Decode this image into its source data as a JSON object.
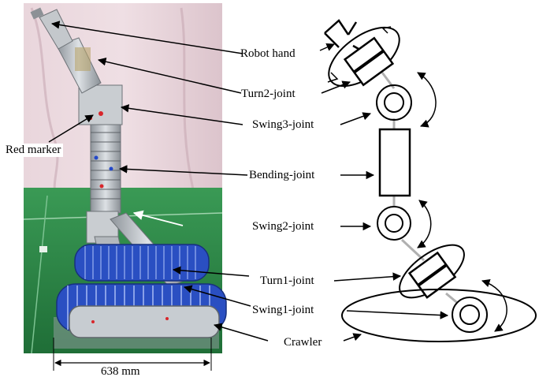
{
  "labels": {
    "robot_hand": "Robot hand",
    "turn2_joint": "Turn2-joint",
    "swing3_joint": "Swing3-joint",
    "red_marker": "Red marker",
    "bending_joint": "Bending-joint",
    "swing2_joint": "Swing2-joint",
    "turn1_joint": "Turn1-joint",
    "swing1_joint": "Swing1-joint",
    "crawler": "Crawler",
    "dimension": "638 mm"
  },
  "colors": {
    "photo_wall": "#e4cfd6",
    "photo_floor": "#2f8a4a",
    "crawler_blue": "#2a4fc2",
    "metal": "#b9bec4",
    "red_marker": "#d8262b"
  }
}
